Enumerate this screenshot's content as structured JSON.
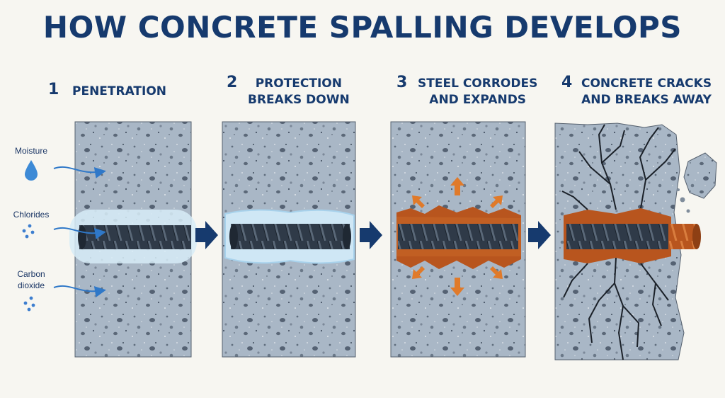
{
  "title": "HOW CONCRETE SPALLING DEVELOPS",
  "steps": [
    {
      "number": "1",
      "label": "PENETRATION"
    },
    {
      "number": "2",
      "label": "PROTECTION\nBREAKS DOWN"
    },
    {
      "number": "3",
      "label": "STEEL CORRODES\nAND EXPANDS"
    },
    {
      "number": "4",
      "label": "CONCRETE CRACKS\nAND BREAKS AWAY"
    }
  ],
  "inputs": [
    {
      "label": "Moisture",
      "icon": "water-drop-icon"
    },
    {
      "label": "Chlorides",
      "icon": "dots-icon"
    },
    {
      "label": "Carbon\ndioxide",
      "icon": "dots-icon"
    }
  ],
  "colors": {
    "title": "#163a6e",
    "concrete": "#a9b7c6",
    "rebar": "#2f3a48",
    "rust": "#b8551e",
    "water": "#2f78c8",
    "arrow": "#e07a2a"
  }
}
